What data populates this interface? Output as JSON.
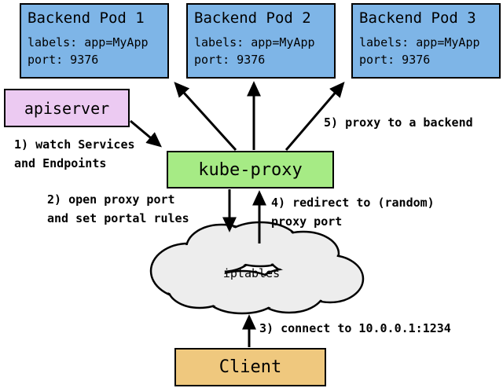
{
  "diagram": {
    "pods": [
      {
        "title": "Backend Pod 1",
        "line1": "labels: app=MyApp",
        "line2": "port: 9376"
      },
      {
        "title": "Backend Pod 2",
        "line1": "labels: app=MyApp",
        "line2": "port: 9376"
      },
      {
        "title": "Backend Pod 3",
        "line1": "labels: app=MyApp",
        "line2": "port: 9376"
      }
    ],
    "apiserver_label": "apiserver",
    "kube_proxy_label": "kube-proxy",
    "iptables_label": "iptables",
    "client_label": "Client",
    "steps": {
      "step1": "1) watch Services\nand Endpoints",
      "step2": "2) open proxy port\nand set portal rules",
      "step3": "3) connect to 10.0.0.1:1234",
      "step4": "4) redirect to (random)\nproxy port",
      "step5": "5) proxy to a backend"
    },
    "colors": {
      "pod_fill": "#7EB5E7",
      "apiserver_fill": "#ECCAF2",
      "kube_proxy_fill": "#A6EB85",
      "client_fill": "#EFC87E",
      "cloud_fill": "#EDEDED",
      "border": "#000000",
      "text": "#000000"
    }
  }
}
